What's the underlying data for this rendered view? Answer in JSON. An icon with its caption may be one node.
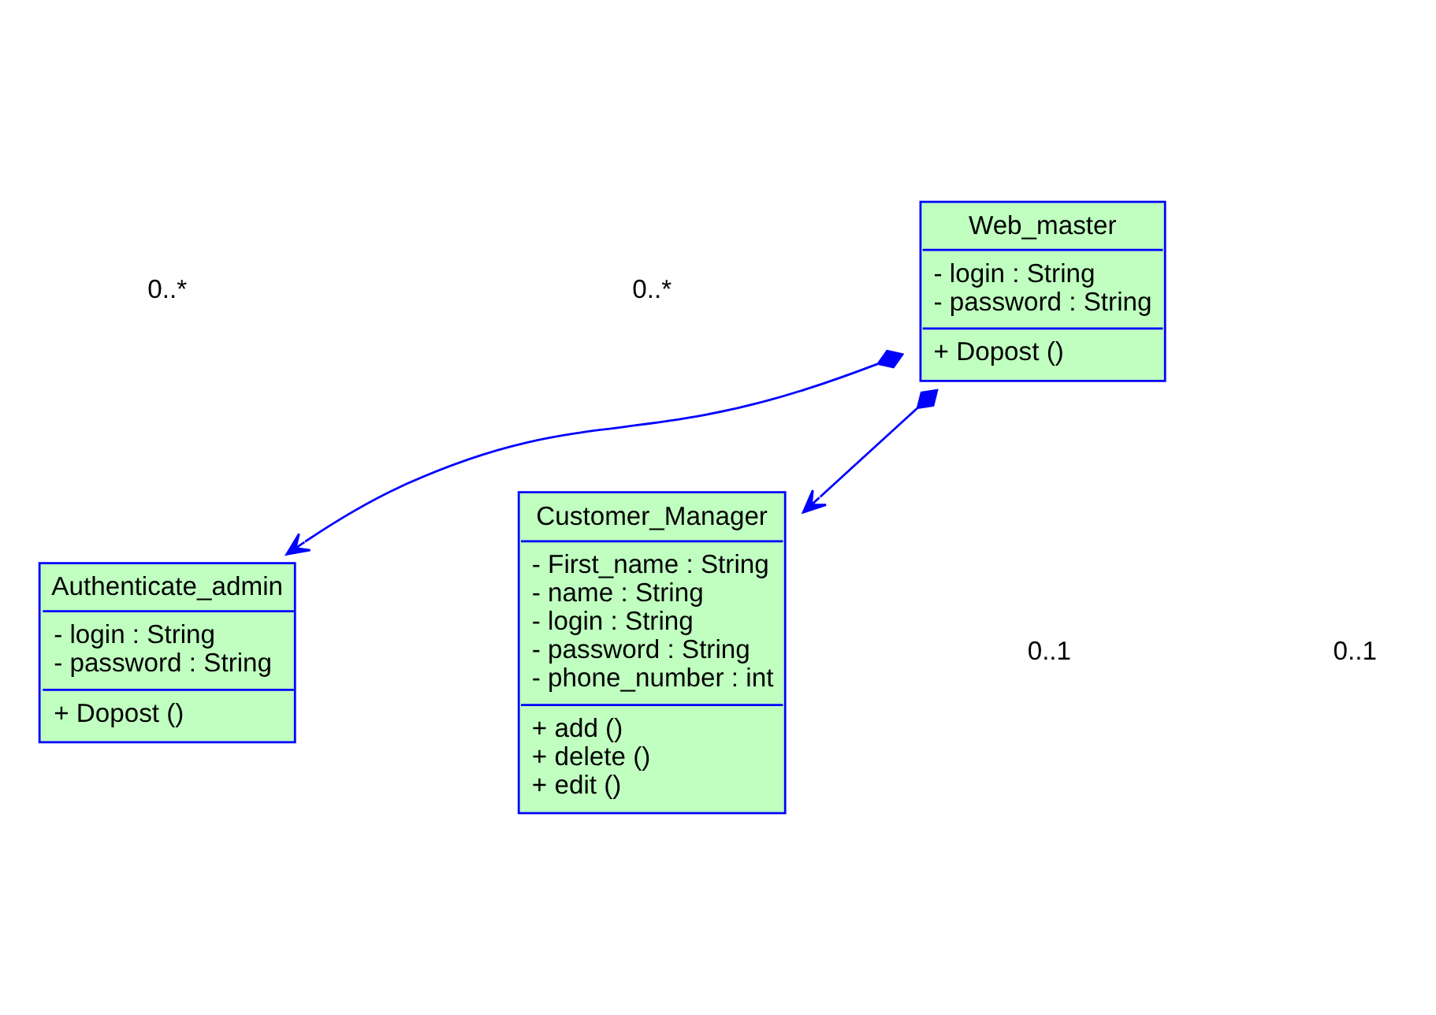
{
  "diagram": {
    "nodes": [
      {
        "text": [
          "Web_master",
          "- login : String",
          "- password : String",
          "+ Dopost ()"
        ]
      },
      {
        "text": [
          "Authenticate_admin",
          "- login : String",
          "- password : String",
          "+ Dopost ()"
        ]
      },
      {
        "text": [
          "Customer_Manager",
          "- First_name : String",
          "- name : String",
          "- login : String",
          "- password : String",
          "- phone_number : int",
          "+ add ()",
          "+ delete ()",
          "+ edit ()"
        ]
      }
    ],
    "edges": [
      {
        "from": 0,
        "to": 1,
        "arrow": "to"
      },
      {
        "from": 0,
        "to": 2,
        "arrow": "to"
      }
    ],
    "labels": [
      "0..1",
      "0..1",
      "0..*",
      "0..*"
    ]
  }
}
